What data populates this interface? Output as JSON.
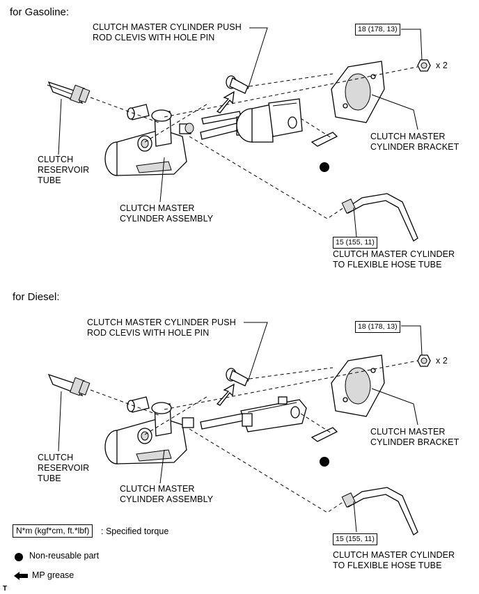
{
  "gasoline": {
    "header": "for Gasoline:",
    "push_rod_label": "CLUTCH MASTER CYLINDER PUSH\nROD CLEVIS WITH HOLE PIN",
    "torque_nut": "18 (178, 13)",
    "nut_qty": "x 2",
    "bracket_label": "CLUTCH MASTER\nCYLINDER BRACKET",
    "reservoir_label": "CLUTCH\nRESERVOIR\nTUBE",
    "assembly_label": "CLUTCH MASTER\nCYLINDER ASSEMBLY",
    "torque_tube": "15 (155, 11)",
    "tube_label": "CLUTCH MASTER CYLINDER\nTO FLEXIBLE HOSE TUBE"
  },
  "diesel": {
    "header": "for Diesel:",
    "push_rod_label": "CLUTCH MASTER CYLINDER PUSH\nROD CLEVIS WITH HOLE PIN",
    "torque_nut": "18 (178, 13)",
    "nut_qty": "x 2",
    "bracket_label": "CLUTCH MASTER\nCYLINDER BRACKET",
    "reservoir_label": "CLUTCH\nRESERVOIR\nTUBE",
    "assembly_label": "CLUTCH MASTER\nCYLINDER ASSEMBLY",
    "torque_tube": "15 (155, 11)",
    "tube_label": "CLUTCH MASTER CYLINDER\nTO FLEXIBLE HOSE TUBE"
  },
  "legend": {
    "torque_box": "N*m (kgf*cm, ft.*lbf)",
    "torque_text": ": Specified torque",
    "nonreusable_text": "Non-reusable part",
    "grease_text": "MP grease"
  },
  "corner_mark": "T"
}
